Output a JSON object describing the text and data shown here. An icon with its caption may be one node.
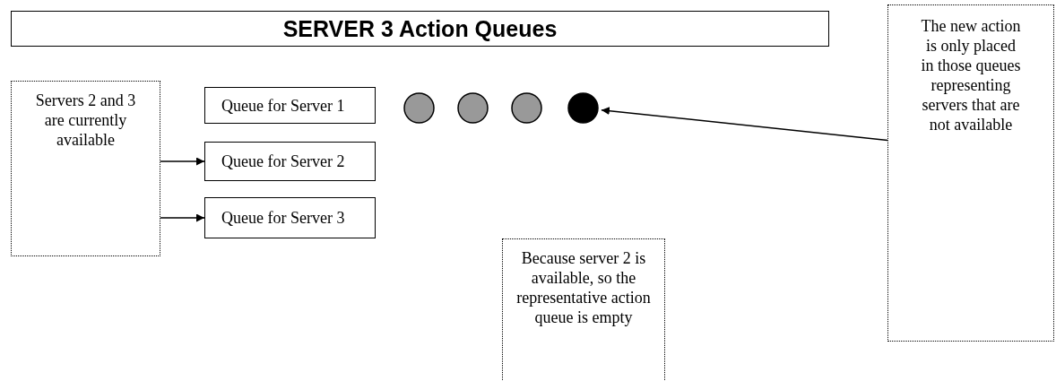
{
  "diagram": {
    "nodes": [
      {
        "text": [
          "SERVER 3 Action Queues"
        ]
      },
      {
        "text": [
          "Servers 2 and 3 are currently available"
        ]
      },
      {
        "text": [
          "Queue for Server 1"
        ]
      },
      {
        "text": [
          "Queue for Server 2"
        ]
      },
      {
        "text": [
          "Queue for Server 3"
        ]
      },
      {
        "text": [],
        "shape": "circle"
      },
      {
        "text": [],
        "shape": "circle"
      },
      {
        "text": [],
        "shape": "circle"
      },
      {
        "text": [],
        "shape": "circle"
      },
      {
        "text": [
          "The new action is only placed in those queues representing servers that are not available"
        ]
      },
      {
        "text": [
          "Because server 2 is available, so the representative action queue is empty"
        ]
      }
    ],
    "edges": [
      {
        "from": 1,
        "to": 3,
        "arrow": "to"
      },
      {
        "from": 1,
        "to": 4,
        "arrow": "to"
      },
      {
        "from": 9,
        "to": 8,
        "arrow": "to"
      }
    ]
  }
}
